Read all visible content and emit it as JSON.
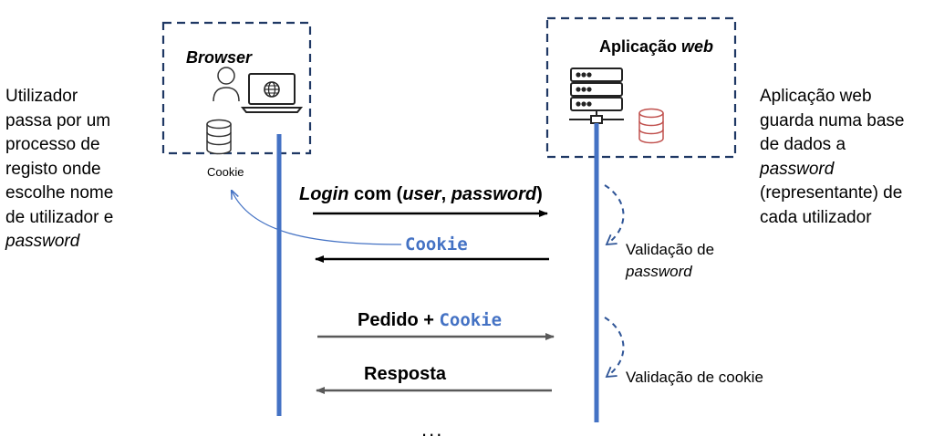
{
  "left_note": {
    "line1": "Utilizador",
    "line2": "passa por um",
    "line3": "processo de",
    "line4": "registo onde",
    "line5": "escolhe nome",
    "line6": "de utilizador e",
    "line7_italic": "password"
  },
  "right_note": {
    "line1": "Aplicação web",
    "line2": "guarda numa base",
    "line3": "de dados a",
    "line4_italic": "password",
    "line5": "(representante) de",
    "line6": "cada utilizador"
  },
  "browser": {
    "title": "Browser",
    "cookie_label": "Cookie"
  },
  "webapp": {
    "title_plain": "Aplicação ",
    "title_italic": "web"
  },
  "messages": {
    "login": {
      "italic": "Login",
      "plain1": " com (",
      "user": "user",
      "sep": ", ",
      "password": "password",
      "close": ")"
    },
    "cookie": "Cookie",
    "pedido": {
      "plain": "Pedido + ",
      "mono": "Cookie"
    },
    "resposta": "Resposta"
  },
  "validations": {
    "password_line1": "Validação de",
    "password_line2": "password",
    "cookie": "Validação de cookie"
  },
  "ellipsis": "...",
  "colors": {
    "accent": "#4472C4",
    "dash_box": "#1F3864",
    "db_red": "#C0504D",
    "arrow": "#000000",
    "arrow_grey": "#595959"
  }
}
